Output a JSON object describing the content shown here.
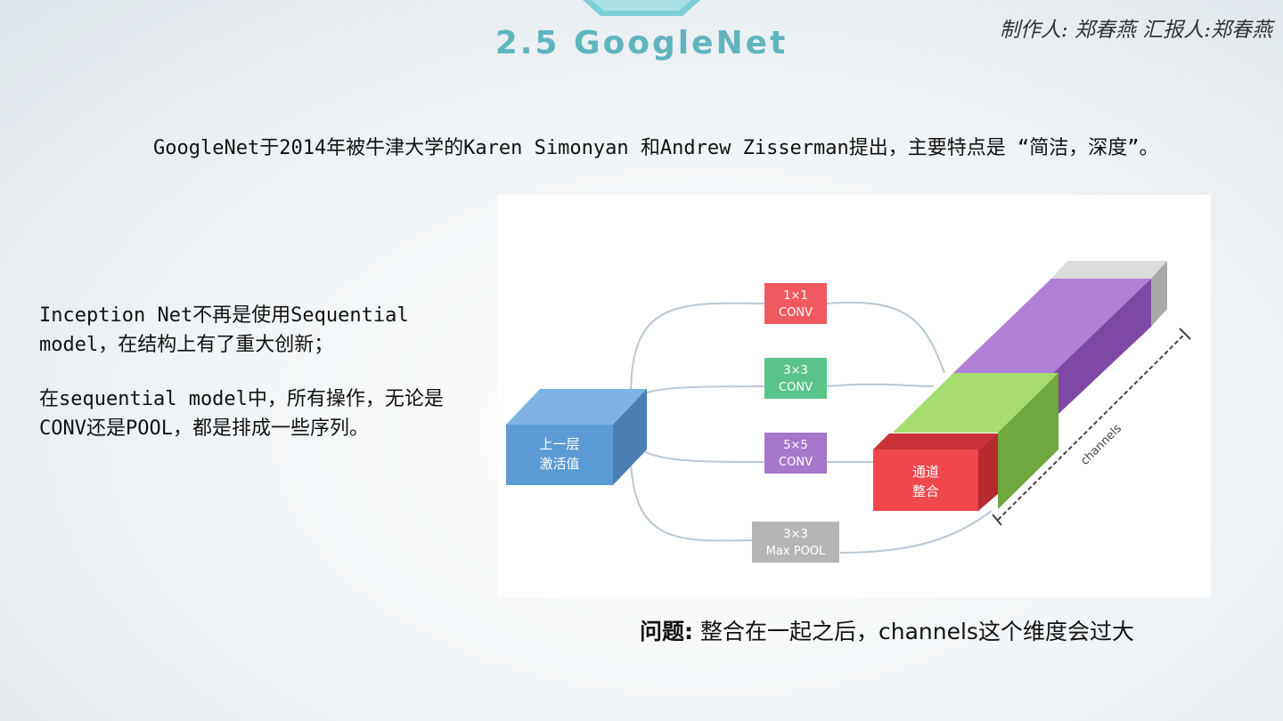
{
  "header": {
    "title": "2.5 GoogleNet",
    "authors": "制作人: 郑春燕    汇报人:郑春燕"
  },
  "intro": "GoogleNet于2014年被牛津大学的Karen Simonyan 和Andrew Zisserman提出，主要特点是 “简洁，深度”。",
  "left_paragraphs": [
    "Inception Net不再是使用Sequential model，在结构上有了重大创新；",
    "在sequential model中，所有操作，无论是CONV还是POOL，都是排成一些序列。"
  ],
  "diagram": {
    "input_block": {
      "line1": "上一层",
      "line2": "激活值"
    },
    "ops": [
      {
        "line1": "1×1",
        "line2": "CONV",
        "color": "#f05a5f"
      },
      {
        "line1": "3×3",
        "line2": "CONV",
        "color": "#5bc48c"
      },
      {
        "line1": "5×5",
        "line2": "CONV",
        "color": "#a678cc"
      },
      {
        "line1": "3×3",
        "line2": "Max POOL",
        "color": "#b5b5b5"
      }
    ],
    "output_block": {
      "line1": "通道",
      "line2": "整合"
    },
    "channels_label": "channels",
    "colors": {
      "input": "#5b9bd5",
      "output_red": "#f0474c",
      "green": "#92d050",
      "purple": "#9b5fc0",
      "gray": "#c0c0c0"
    }
  },
  "problem": {
    "label": "问题:",
    "text": "整合在一起之后，channels这个维度会过大"
  }
}
